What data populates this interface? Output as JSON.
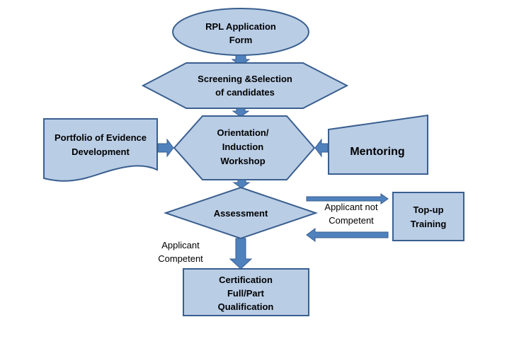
{
  "nodes": {
    "rpl_form": {
      "line1": "RPL Application",
      "line2": "Form"
    },
    "screening": {
      "line1": "Screening &Selection",
      "line2": "of candidates"
    },
    "orientation": {
      "line1": "Orientation/",
      "line2": "Induction",
      "line3": "Workshop"
    },
    "portfolio": {
      "line1": "Portfolio of Evidence",
      "line2": "Development"
    },
    "mentoring": {
      "line1": "Mentoring"
    },
    "assessment": {
      "line1": "Assessment"
    },
    "topup": {
      "line1": "Top-up",
      "line2": "Training"
    },
    "certification": {
      "line1": "Certification",
      "line2": "Full/Part",
      "line3": "Qualification"
    }
  },
  "edge_labels": {
    "not_competent": {
      "line1": "Applicant not",
      "line2": "Competent"
    },
    "competent": {
      "line1": "Applicant",
      "line2": "Competent"
    }
  },
  "colors": {
    "fill": "#b9cde5",
    "stroke": "#3a5f8f",
    "arrow": "#4f81bd"
  }
}
